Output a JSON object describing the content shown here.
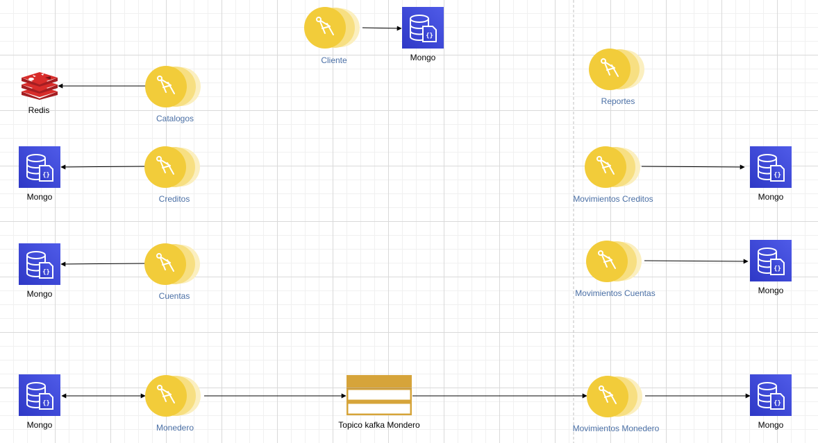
{
  "colors": {
    "service_yellow": "#f2cc3a",
    "service_fade": "#fbe9a4",
    "mongo_blue": "#3c46d6",
    "redis_red": "#c8282b",
    "kafka_gold": "#d6a43a",
    "service_label": "#4a6fa5"
  },
  "services": {
    "cliente": {
      "label": "Cliente",
      "icon": "service-icon"
    },
    "catalogos": {
      "label": "Catalogos",
      "icon": "service-icon"
    },
    "creditos": {
      "label": "Creditos",
      "icon": "service-icon"
    },
    "cuentas": {
      "label": "Cuentas",
      "icon": "service-icon"
    },
    "monedero": {
      "label": "Monedero",
      "icon": "service-icon"
    },
    "reportes": {
      "label": "Reportes",
      "icon": "service-icon"
    },
    "mov_creditos": {
      "label": "Movimientos Creditos",
      "icon": "service-icon"
    },
    "mov_cuentas": {
      "label": "Movimientos Cuentas",
      "icon": "service-icon"
    },
    "mov_monedero": {
      "label": "Movimientos Monedero",
      "icon": "service-icon"
    }
  },
  "stores": {
    "mongo_cliente": {
      "label": "Mongo",
      "icon": "mongo-db-icon"
    },
    "redis": {
      "label": "Redis",
      "icon": "redis-icon"
    },
    "mongo_creditos": {
      "label": "Mongo",
      "icon": "mongo-db-icon"
    },
    "mongo_cuentas": {
      "label": "Mongo",
      "icon": "mongo-db-icon"
    },
    "mongo_monedero": {
      "label": "Mongo",
      "icon": "mongo-db-icon"
    },
    "mongo_mov_creditos": {
      "label": "Mongo",
      "icon": "mongo-db-icon"
    },
    "mongo_mov_cuentas": {
      "label": "Mongo",
      "icon": "mongo-db-icon"
    },
    "mongo_mov_monedero": {
      "label": "Mongo",
      "icon": "mongo-db-icon"
    }
  },
  "kafka": {
    "label": "Topico kafka Mondero",
    "icon": "kafka-topic-icon"
  }
}
